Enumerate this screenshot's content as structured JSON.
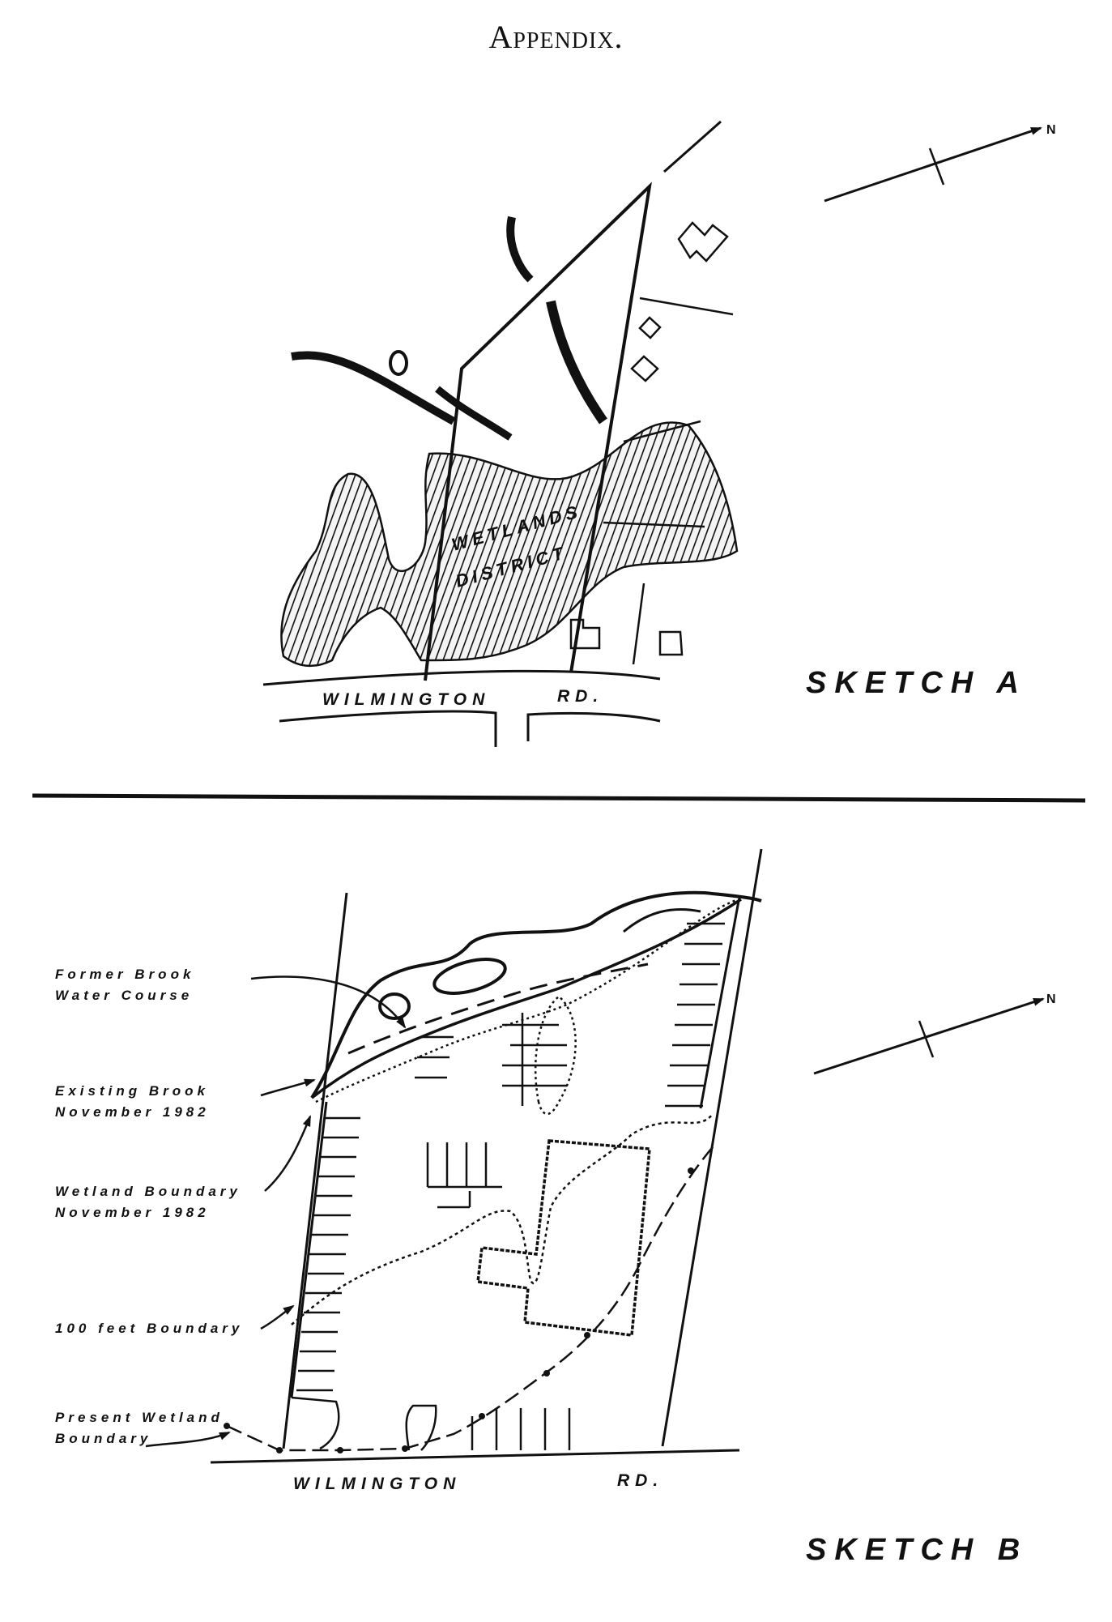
{
  "page": {
    "title": "Appendix."
  },
  "sketch_a": {
    "caption": "SKETCH A",
    "road_name": "WILMINGTON",
    "road_suffix": "RD.",
    "wetlands_line1": "WETLANDS",
    "wetlands_line2": "DISTRICT",
    "north_label": "N"
  },
  "sketch_b": {
    "caption": "SKETCH B",
    "road_name": "WILMINGTON",
    "road_suffix": "RD.",
    "north_label": "N",
    "labels": [
      {
        "line1": "Former Brook",
        "line2": "Water Course"
      },
      {
        "line1": "Existing Brook",
        "line2": "November 1982"
      },
      {
        "line1": "Wetland Boundary",
        "line2": "November 1982"
      },
      {
        "line1": "100 feet Boundary",
        "line2": ""
      },
      {
        "line1": "Present Wetland",
        "line2": "Boundary"
      }
    ]
  },
  "colors": {
    "ink": "#111111",
    "paper": "#ffffff"
  }
}
